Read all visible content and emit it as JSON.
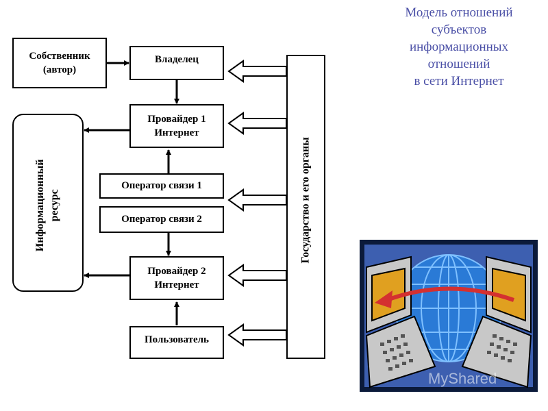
{
  "title": "Модель отношений\nсубъектов\nинформационных\nотношений\nв сети Интернет",
  "nodes": {
    "owner_author": "Собственник\n(автор)",
    "owner": "Владелец",
    "provider1": "Провайдер 1\nИнтернет",
    "operator1": "Оператор связи 1",
    "operator2": "Оператор связи 2",
    "provider2": "Провайдер 2\nИнтернет",
    "user": "Пользователь",
    "info_resource": "Информационный\nресурс",
    "state": "Государство и его органы"
  },
  "illustration": {
    "description_icon": "globe-computers-icon",
    "watermark": "MyShared"
  },
  "colors": {
    "title": "#4a4fa6",
    "illustration_bg": "#3d5fb0",
    "illustration_frame": "#0b1a3a",
    "globe": "#2a7ad6",
    "screen": "#e0a020",
    "arrow": "#d43030"
  }
}
